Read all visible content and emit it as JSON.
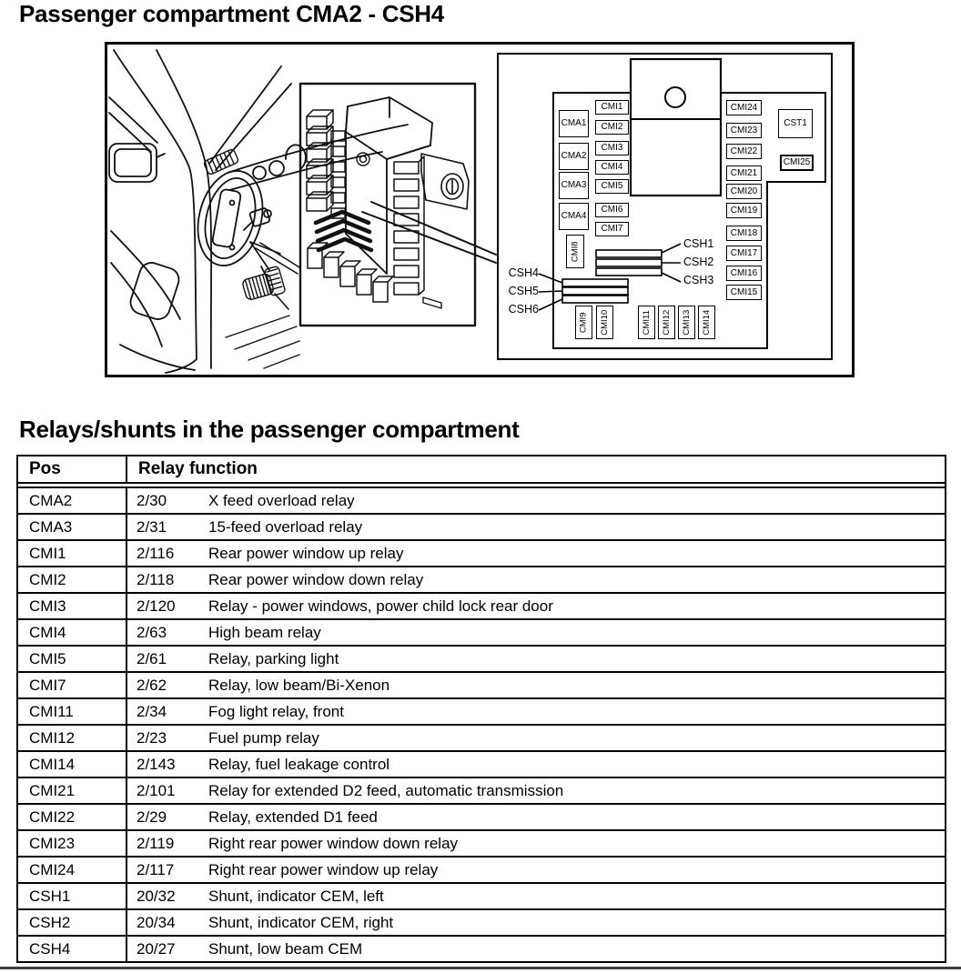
{
  "page": {
    "title": "Passenger compartment CMA2 - CSH4",
    "section_heading": "Relays/shunts in the passenger compartment",
    "colors": {
      "line": "#000000",
      "background": "#ffffff",
      "bottom_rule": "#3d3d3d"
    }
  },
  "figure": {
    "schematic": {
      "cma_column": [
        "CMA1",
        "CMA2",
        "CMA3",
        "CMA4"
      ],
      "cmi_left_column": [
        "CMI1",
        "CMI2",
        "CMI3",
        "CMI4",
        "CMI5",
        "CMI6",
        "CMI7"
      ],
      "cmi_vertical": "CMI8",
      "cmi_bottom_row": [
        "CMI9",
        "CMI10",
        "CMI11",
        "CMI12",
        "CMI13",
        "CMI14"
      ],
      "cmi_right_column": [
        "CMI24",
        "CMI23",
        "CMI22",
        "CMI21",
        "CMI20",
        "CMI19",
        "CMI18",
        "CMI17",
        "CMI16",
        "CMI15"
      ],
      "cst_box": "CST1",
      "cmi25_box": "CMI25",
      "shunts_right": [
        "CSH1",
        "CSH2",
        "CSH3"
      ],
      "shunts_left": [
        "CSH4",
        "CSH5",
        "CSH6"
      ]
    }
  },
  "table": {
    "headers": {
      "pos": "Pos",
      "relay_function": "Relay function"
    },
    "rows": [
      {
        "pos": "CMA2",
        "code": "2/30",
        "function": "X feed overload relay"
      },
      {
        "pos": "CMA3",
        "code": "2/31",
        "function": "15-feed overload relay"
      },
      {
        "pos": "CMI1",
        "code": "2/116",
        "function": "Rear power window up relay"
      },
      {
        "pos": "CMI2",
        "code": "2/118",
        "function": "Rear power window down relay"
      },
      {
        "pos": "CMI3",
        "code": "2/120",
        "function": "Relay - power windows, power child lock rear door"
      },
      {
        "pos": "CMI4",
        "code": "2/63",
        "function": "High beam relay"
      },
      {
        "pos": "CMI5",
        "code": "2/61",
        "function": "Relay, parking light"
      },
      {
        "pos": "CMI7",
        "code": "2/62",
        "function": "Relay, low beam/Bi-Xenon"
      },
      {
        "pos": "CMI11",
        "code": "2/34",
        "function": "Fog light relay, front"
      },
      {
        "pos": "CMI12",
        "code": "2/23",
        "function": "Fuel pump relay"
      },
      {
        "pos": "CMI14",
        "code": "2/143",
        "function": "Relay, fuel leakage control"
      },
      {
        "pos": "CMI21",
        "code": "2/101",
        "function": "Relay for extended D2 feed, automatic transmission"
      },
      {
        "pos": "CMI22",
        "code": "2/29",
        "function": "Relay, extended D1 feed"
      },
      {
        "pos": "CMI23",
        "code": "2/119",
        "function": "Right rear power window down relay"
      },
      {
        "pos": "CMI24",
        "code": "2/117",
        "function": "Right rear power window up relay"
      },
      {
        "pos": "CSH1",
        "code": "20/32",
        "function": "Shunt, indicator CEM, left"
      },
      {
        "pos": "CSH2",
        "code": "20/34",
        "function": "Shunt, indicator CEM, right"
      },
      {
        "pos": "CSH4",
        "code": "20/27",
        "function": "Shunt, low beam CEM"
      }
    ]
  }
}
